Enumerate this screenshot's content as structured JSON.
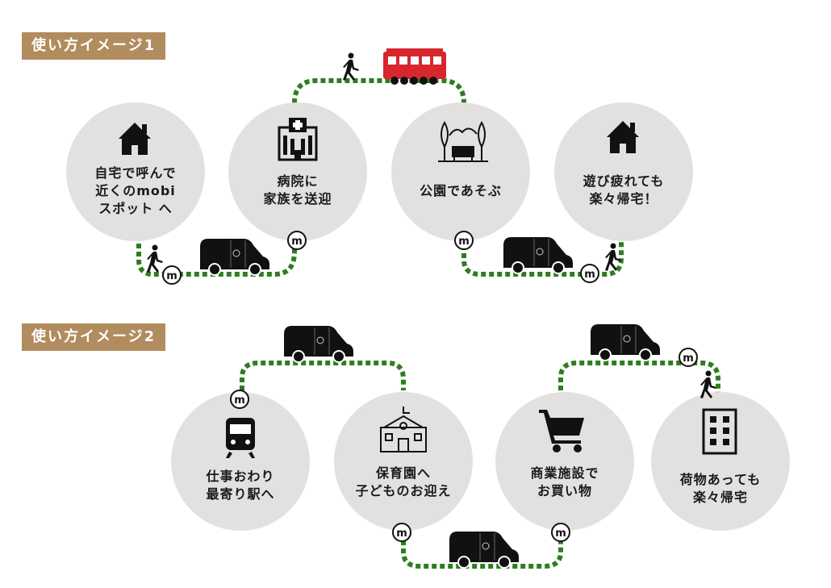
{
  "section1": {
    "header": "使い方イメージ1",
    "stops": [
      {
        "icon": "house-icon",
        "lines": [
          "自宅で呼んで",
          "近くのmobi",
          "スポット へ"
        ]
      },
      {
        "icon": "hospital-icon",
        "lines": [
          "病院に",
          "家族を送迎"
        ]
      },
      {
        "icon": "park-icon",
        "lines": [
          "公園であそぶ"
        ]
      },
      {
        "icon": "house-icon",
        "lines": [
          "遊び疲れても",
          "楽々帰宅！"
        ]
      }
    ]
  },
  "section2": {
    "header": "使い方イメージ2",
    "stops": [
      {
        "icon": "train-icon",
        "lines": [
          "仕事おわり",
          "最寄り駅へ"
        ]
      },
      {
        "icon": "school-icon",
        "lines": [
          "保育園へ",
          "子どものお迎え"
        ]
      },
      {
        "icon": "shopping-cart-icon",
        "lines": [
          "商業施設で",
          "お買い物"
        ]
      },
      {
        "icon": "building-icon",
        "lines": [
          "荷物あっても",
          "楽々帰宅"
        ]
      }
    ]
  },
  "mobi_marker": "m",
  "colors": {
    "header_bg": "#b18c5f",
    "circle": "#e3e1e0",
    "route": "#2e7d1e",
    "bus": "#d7262d",
    "icon": "#1a1a1a"
  }
}
